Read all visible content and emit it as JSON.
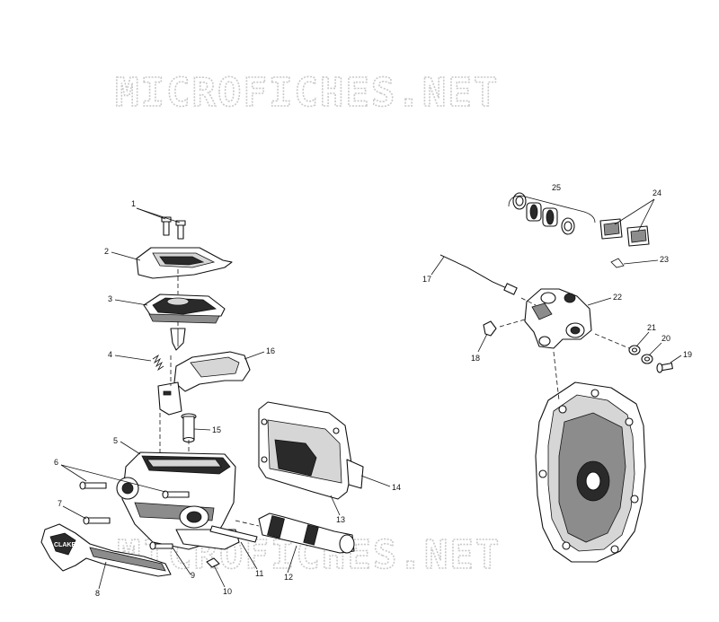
{
  "watermark": {
    "top": "MICROFICHES.NET",
    "bottom": "MICROFICHES.NET"
  },
  "brand_on_lever": "CLAKE",
  "callouts": [
    "1",
    "2",
    "3",
    "4",
    "5",
    "6",
    "7",
    "8",
    "9",
    "10",
    "11",
    "12",
    "13",
    "14",
    "15",
    "16",
    "17",
    "18",
    "19",
    "20",
    "21",
    "22",
    "23",
    "24",
    "25"
  ]
}
